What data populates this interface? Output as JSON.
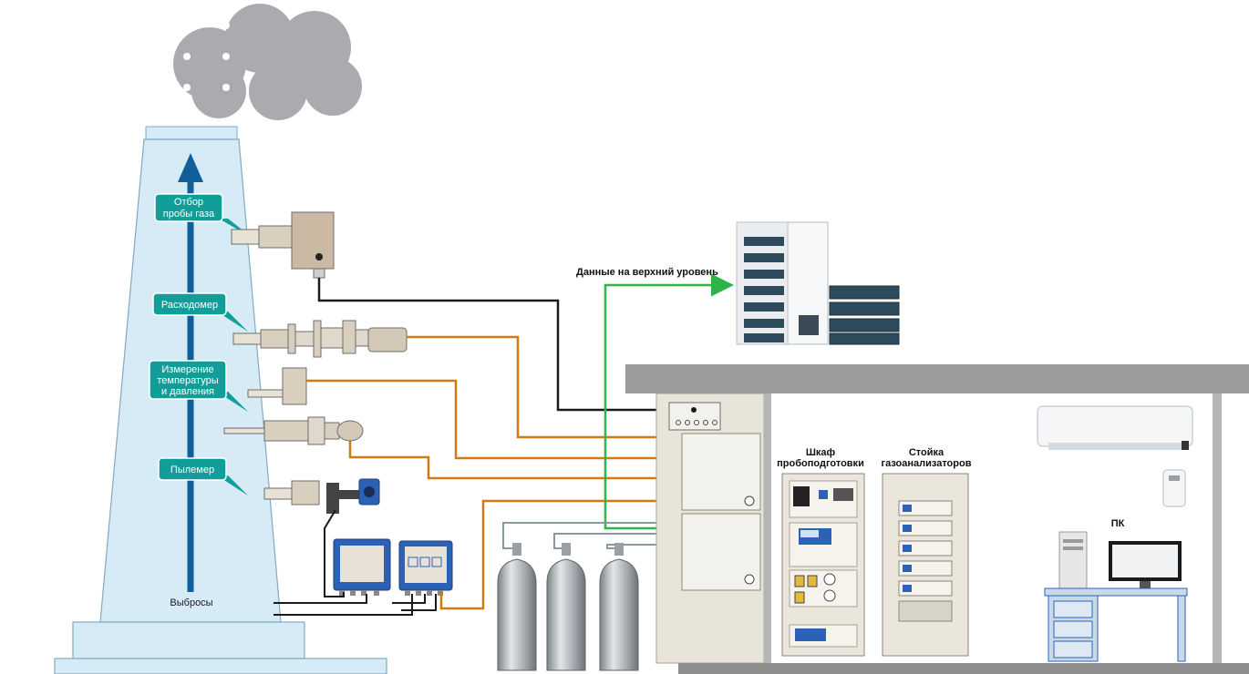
{
  "colors": {
    "stack_fill": "#d6ebf5",
    "stack_stroke": "#7fa9c4",
    "flow_arrow": "#0f5f9a",
    "callout": "#129e98",
    "signal_wire": "#d27a12",
    "data_wire": "#1a1a1a",
    "upper_level_wire": "#2fb34a",
    "gas_line": "#8a9aa3",
    "smoke": "#a9abae",
    "roof": "#9c9c9c",
    "panel_blue": "#2b62b8"
  },
  "icons": [
    "smoke-cloud",
    "flow-arrow-icon",
    "server-rack-icon",
    "gas-cylinder-icon",
    "air-conditioner-icon",
    "remote-control-icon",
    "pc-tower-icon",
    "monitor-icon"
  ],
  "stack": {
    "callouts": [
      {
        "lines": [
          "Отбор",
          "пробы газа"
        ]
      },
      {
        "lines": [
          "Расходомер"
        ]
      },
      {
        "lines": [
          "Измерение",
          "температуры",
          "и давления"
        ]
      },
      {
        "lines": [
          "Пылемер"
        ]
      }
    ],
    "emissions_label": "Выбросы"
  },
  "upper_level_label": "Данные на верхний уровень",
  "shelter": {
    "prep_cabinet": [
      "Шкаф",
      "пробоподготовки"
    ],
    "analyzer_rack": [
      "Стойка",
      "газоанализаторов"
    ],
    "pc_label": "ПК"
  }
}
